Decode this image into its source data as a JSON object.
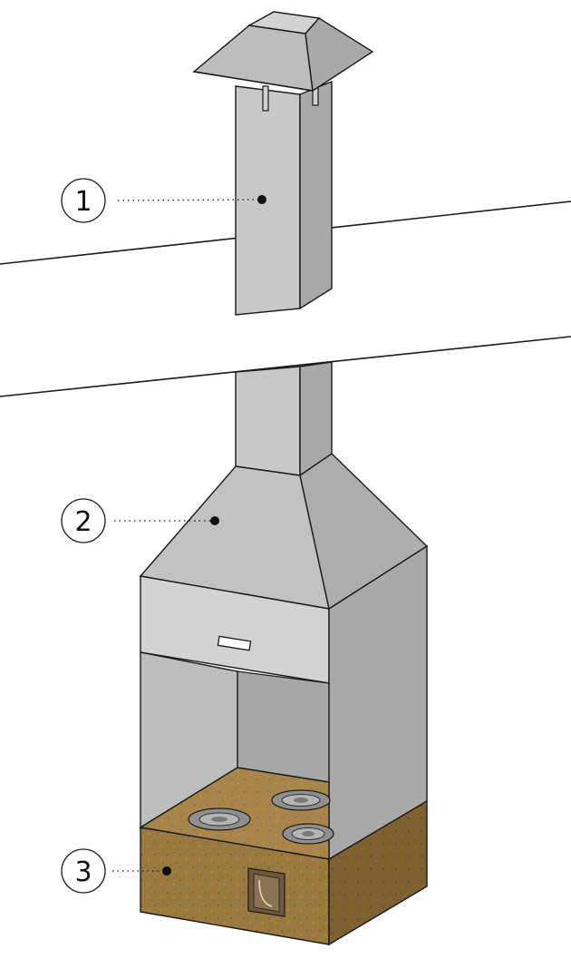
{
  "colors": {
    "background": "#ffffff",
    "metal_front": "#c8c8c8",
    "metal_side": "#a9a9a9",
    "metal_top": "#bdbdbd",
    "metal_light": "#d3d3d3",
    "inner_back": "#a8a8a8",
    "inner_side": "#bebebe",
    "stone_front": "#9b7a3f",
    "stone_side": "#7e6130",
    "stone_top": "#a8864b",
    "outline": "#1a1a1a",
    "burner": "#8f8f8f"
  },
  "callouts": [
    {
      "id": "1",
      "label": "1",
      "part": "chimney-pipe"
    },
    {
      "id": "2",
      "label": "2",
      "part": "hood"
    },
    {
      "id": "3",
      "label": "3",
      "part": "masonry-base"
    }
  ],
  "icons": {
    "burner": "stove-burner-icon",
    "handle": "handle-icon",
    "vent": "ash-door-icon"
  }
}
